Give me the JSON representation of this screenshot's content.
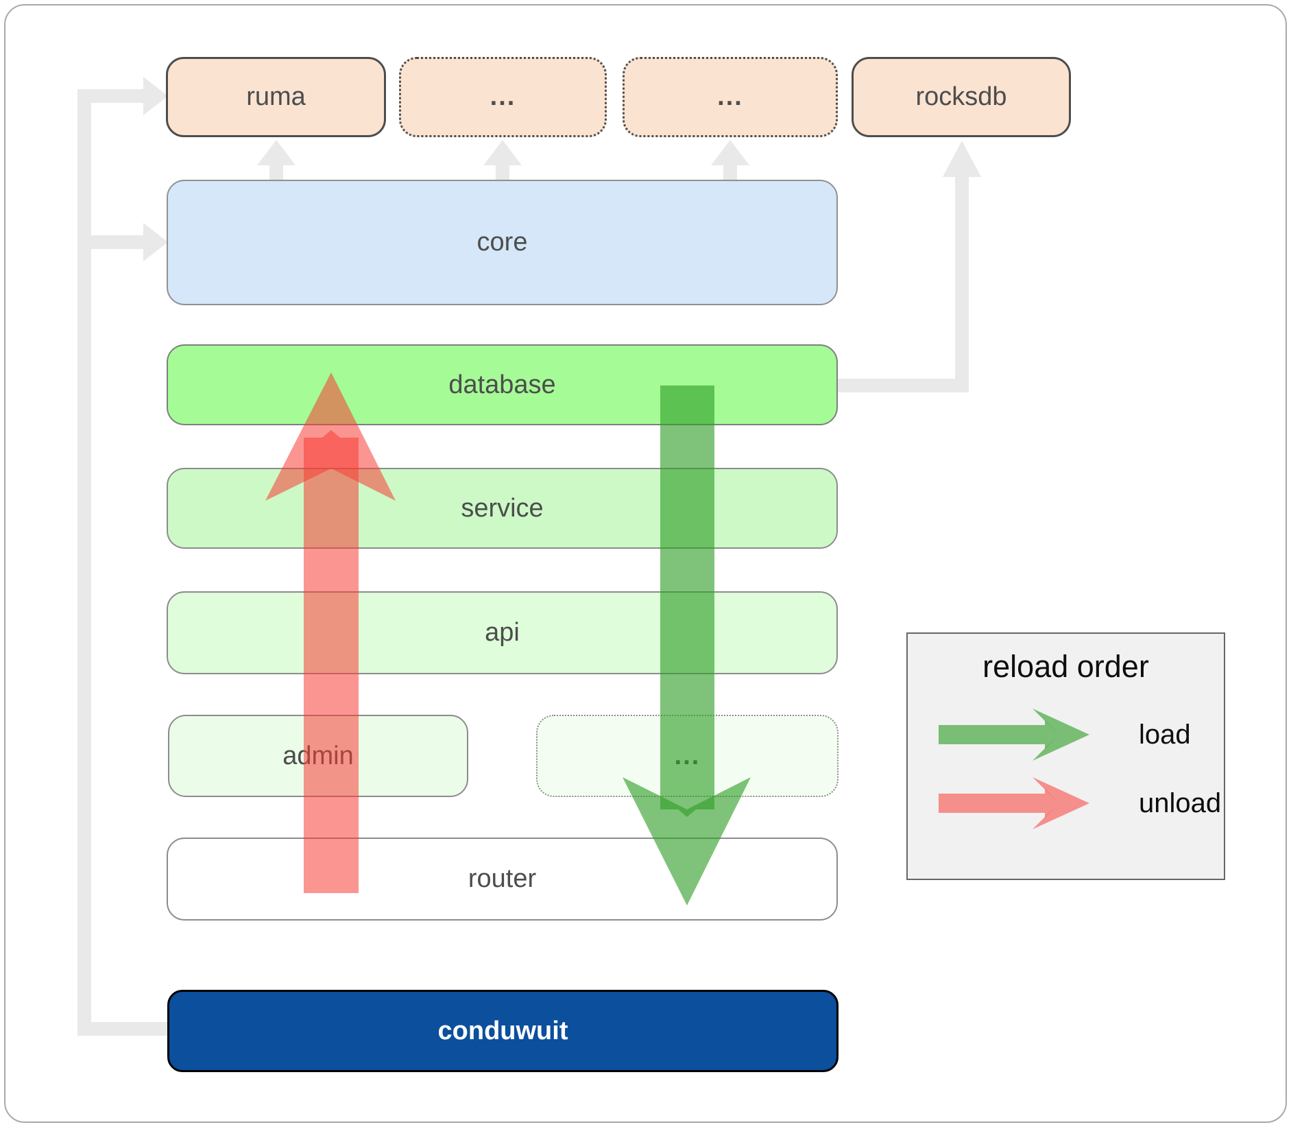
{
  "diagram": {
    "top_row": [
      {
        "label": "ruma",
        "border": "solid"
      },
      {
        "label": "...",
        "border": "dotted"
      },
      {
        "label": "...",
        "border": "dotted"
      },
      {
        "label": "rocksdb",
        "border": "solid"
      }
    ],
    "stack": {
      "core": "core",
      "database": "database",
      "service": "service",
      "api": "api",
      "admin": "admin",
      "admin_ellipsis": "...",
      "router": "router",
      "conduwuit": "conduwuit"
    }
  },
  "legend": {
    "title": "reload order",
    "items": [
      {
        "label": "load",
        "color": "#2f9e27"
      },
      {
        "label": "unload",
        "color": "#f73b33"
      }
    ]
  },
  "palette": {
    "external_box_fill": "#fbe3d1",
    "core_fill": "#d5e7f8",
    "database_fill": "#a5fb96",
    "service_fill": "#ccf9c6",
    "api_fill": "#dffcdb",
    "admin_fill": "#ebfce9",
    "admin_ellipsis_fill": "#f3fdf1",
    "router_fill": "#ffffff",
    "conduwuit_fill": "#0b4f9d",
    "conduwuit_text": "#ffffff",
    "label_text": "#4d4d4d",
    "connector_gray": "#e9e9e9",
    "load_green": "#2f9e27",
    "unload_red": "#f73b33"
  }
}
